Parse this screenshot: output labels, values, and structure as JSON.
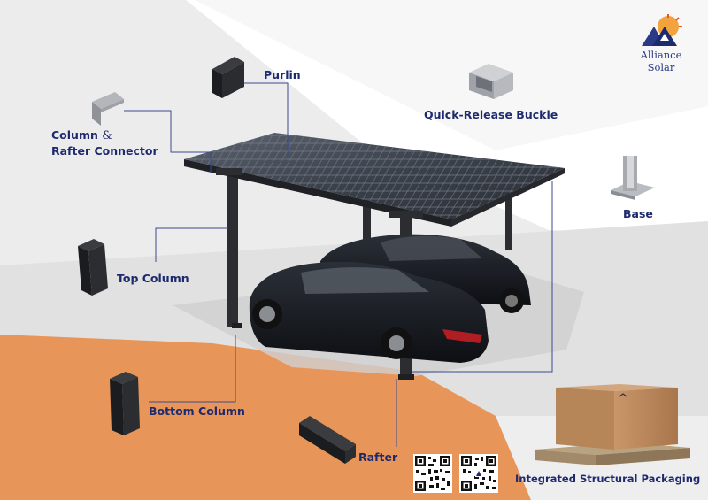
{
  "brand": {
    "name": "Alliance Solar",
    "logo": "alliance-solar-logo"
  },
  "labels": {
    "purlin": "Purlin",
    "quick_release_buckle": "Quick-Release Buckle",
    "column": "Column",
    "amp": "&",
    "rafter_connector": "Rafter Connector",
    "base": "Base",
    "top_column": "Top Column",
    "bottom_column": "Bottom Column",
    "rafter": "Rafter",
    "packaging": "Integrated Structural Packaging"
  },
  "icons": [
    "purlin-part-icon",
    "quick-release-buckle-icon",
    "column-rafter-connector-icon",
    "base-plate-icon",
    "top-column-icon",
    "bottom-column-icon",
    "rafter-part-icon",
    "shipping-box-icon",
    "qr-code-icon"
  ],
  "colors": {
    "label": "#1e2a6e",
    "accent_orange": "#e8955a",
    "leader_line": "#3b4a8c"
  }
}
